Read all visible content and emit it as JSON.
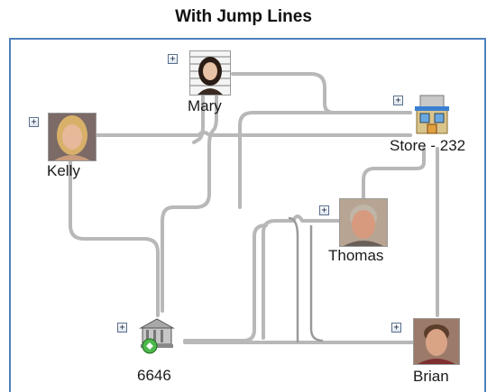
{
  "title": "With Jump Lines",
  "colors": {
    "frame": "#4f81bd",
    "link": "#b8b8b8",
    "link_dark": "#9a9a9a"
  },
  "nodes": [
    {
      "id": "mary",
      "label": "Mary",
      "icon": "mugshot-woman-dark-hair-icon"
    },
    {
      "id": "kelly",
      "label": "Kelly",
      "icon": "photo-woman-blonde-icon"
    },
    {
      "id": "store",
      "label": "Store - 232",
      "icon": "store-building-icon"
    },
    {
      "id": "thomas",
      "label": "Thomas",
      "icon": "photo-man-gray-hair-icon"
    },
    {
      "id": "account",
      "label": "6646",
      "icon": "bank-account-icon"
    },
    {
      "id": "brian",
      "label": "Brian",
      "icon": "photo-man-short-hair-icon"
    }
  ],
  "expand_glyph": "+"
}
